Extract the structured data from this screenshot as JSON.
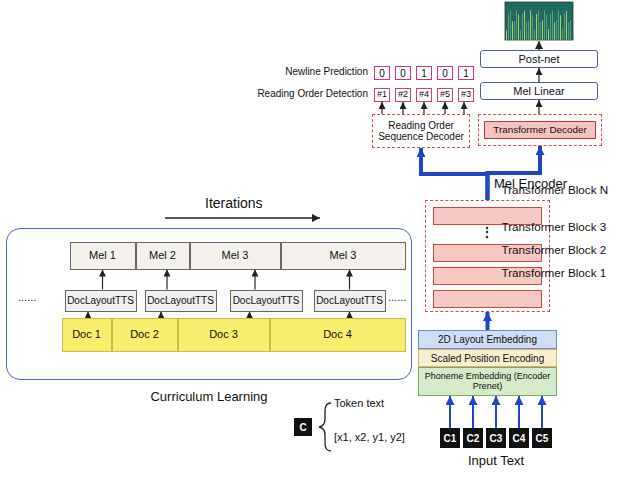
{
  "diagram": {
    "nodes": [
      {
        "text": [
          "Post-net"
        ]
      },
      {
        "text": [
          "Mel Linear"
        ]
      },
      {
        "text": [
          "Transformer Decoder"
        ]
      },
      {
        "text": [
          "0"
        ]
      },
      {
        "text": [
          "0"
        ]
      },
      {
        "text": [
          "1"
        ]
      },
      {
        "text": [
          "0"
        ]
      },
      {
        "text": [
          "1"
        ]
      },
      {
        "text": [
          "#1"
        ]
      },
      {
        "text": [
          "#2"
        ]
      },
      {
        "text": [
          "#4"
        ]
      },
      {
        "text": [
          "#5"
        ]
      },
      {
        "text": [
          "#3"
        ]
      },
      {
        "text": [
          "Reading Order Sequence Decoder"
        ]
      },
      {
        "text": [
          "Mel Encoder"
        ]
      },
      {
        "text": [
          "Transformer Block N"
        ],
        "in": 14
      },
      {
        "text": [
          "Transformer Block 3"
        ],
        "in": 14
      },
      {
        "text": [
          "Transformer Block 2"
        ],
        "in": 14
      },
      {
        "text": [
          "Transformer Block 1"
        ],
        "in": 14
      },
      {
        "text": [
          "2D Layout Embedding"
        ]
      },
      {
        "text": [
          "Scaled Position Encoding"
        ]
      },
      {
        "text": [
          "Phoneme Embedding (Encoder Prenet)"
        ]
      },
      {
        "text": [
          "C1"
        ]
      },
      {
        "text": [
          "C2"
        ]
      },
      {
        "text": [
          "C3"
        ]
      },
      {
        "text": [
          "C4"
        ]
      },
      {
        "text": [
          "C5"
        ]
      },
      {
        "text": [
          "C"
        ]
      },
      {
        "text": [
          "Curriculum Learning"
        ]
      },
      {
        "text": [
          "Mel 1"
        ],
        "in": 28
      },
      {
        "text": [
          "Mel 2"
        ],
        "in": 28
      },
      {
        "text": [
          "Mel 3"
        ],
        "in": 28
      },
      {
        "text": [
          "Mel 3"
        ],
        "in": 28
      },
      {
        "text": [
          "DocLayoutTTS"
        ],
        "in": 28
      },
      {
        "text": [
          "DocLayoutTTS"
        ],
        "in": 28
      },
      {
        "text": [
          "DocLayoutTTS"
        ],
        "in": 28
      },
      {
        "text": [
          "DocLayoutTTS"
        ],
        "in": 28
      },
      {
        "text": [
          "Doc 1"
        ],
        "in": 28
      },
      {
        "text": [
          "Doc 2"
        ],
        "in": 28
      },
      {
        "text": [
          "Doc 3"
        ],
        "in": 28
      },
      {
        "text": [
          "Doc 4"
        ],
        "in": 28
      }
    ],
    "edges": [
      {
        "from": 1,
        "to": 0,
        "arrow": "to"
      },
      {
        "from": 2,
        "to": 1,
        "arrow": "to"
      },
      {
        "from": 14,
        "to": 2,
        "arrow": "to"
      },
      {
        "from": 14,
        "to": 13,
        "arrow": "to"
      },
      {
        "from": 13,
        "to": 8,
        "arrow": "to"
      },
      {
        "from": 13,
        "to": 9,
        "arrow": "to"
      },
      {
        "from": 13,
        "to": 10,
        "arrow": "to"
      },
      {
        "from": 13,
        "to": 11,
        "arrow": "to"
      },
      {
        "from": 13,
        "to": 12,
        "arrow": "to"
      },
      {
        "from": 19,
        "to": 14,
        "arrow": "to"
      },
      {
        "from": 22,
        "to": 21,
        "arrow": "to"
      },
      {
        "from": 23,
        "to": 21,
        "arrow": "to"
      },
      {
        "from": 24,
        "to": 21,
        "arrow": "to"
      },
      {
        "from": 25,
        "to": 21,
        "arrow": "to"
      },
      {
        "from": 26,
        "to": 21,
        "arrow": "to"
      },
      {
        "from": 37,
        "to": 33,
        "arrow": "to"
      },
      {
        "from": 33,
        "to": 29,
        "arrow": "to"
      },
      {
        "from": 38,
        "to": 34,
        "arrow": "to"
      },
      {
        "from": 34,
        "to": 30,
        "arrow": "to"
      },
      {
        "from": 39,
        "to": 35,
        "arrow": "to"
      },
      {
        "from": 35,
        "to": 31,
        "arrow": "to"
      },
      {
        "from": 40,
        "to": 36,
        "arrow": "to"
      },
      {
        "from": 36,
        "to": 32,
        "arrow": "to"
      }
    ],
    "labels": [
      "Newline Prediction",
      "Reading Order Detection",
      "Iterations",
      "......",
      "......",
      "⋮",
      "Token text",
      "[x1, x2, y1, y2]",
      "Input Text"
    ]
  }
}
